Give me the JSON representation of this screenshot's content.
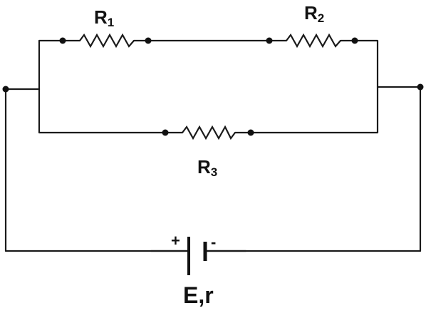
{
  "resistors": [
    {
      "id": "R1",
      "letter": "R",
      "subscript": "1"
    },
    {
      "id": "R2",
      "letter": "R",
      "subscript": "2"
    },
    {
      "id": "R3",
      "letter": "R",
      "subscript": "3"
    }
  ],
  "battery": {
    "plus_sign": "+",
    "minus_sign": "-",
    "label": "E,r"
  }
}
